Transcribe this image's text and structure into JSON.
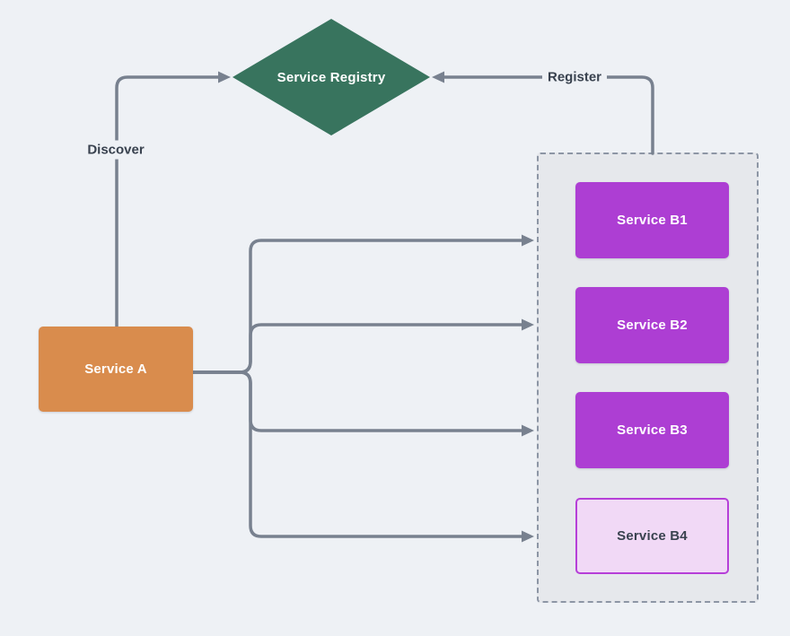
{
  "canvas": {
    "background": "#eef1f5"
  },
  "registry": {
    "label": "Service Registry",
    "fill": "#38745e",
    "text_color": "#ffffff"
  },
  "service_a": {
    "label": "Service A",
    "fill": "#d98c4d",
    "text_color": "#ffffff"
  },
  "edges": {
    "discover": {
      "label": "Discover"
    },
    "register": {
      "label": "Register"
    }
  },
  "cluster": {
    "fill": "#e6e8ec",
    "border_color": "#8d96a5",
    "services": [
      {
        "label": "Service B1",
        "fill": "#ad3ed3",
        "text_color": "#ffffff"
      },
      {
        "label": "Service B2",
        "fill": "#ad3ed3",
        "text_color": "#ffffff"
      },
      {
        "label": "Service B3",
        "fill": "#ad3ed3",
        "text_color": "#ffffff"
      },
      {
        "label": "Service B4",
        "fill": "#f1d9f6",
        "text_color": "#39424f",
        "border_color": "#b63fd8"
      }
    ]
  },
  "colors": {
    "connector": "#78818f",
    "label_text": "#39424f"
  }
}
